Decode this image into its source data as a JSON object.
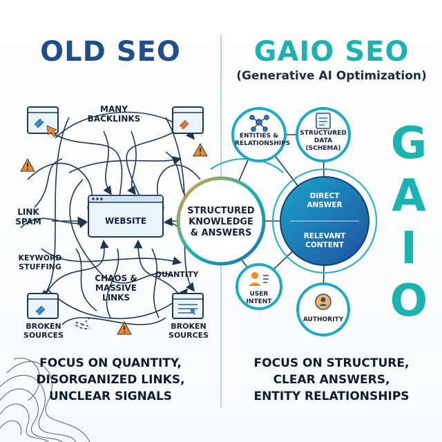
{
  "left": {
    "title": "OLD SEO",
    "labels": {
      "many_backlinks": [
        "MANY",
        "BACKLINKS"
      ],
      "link_spam": [
        "LINK",
        "SPAM"
      ],
      "website": "WEBSITE",
      "keyword_stuffing": [
        "KEYWORD",
        "STUFFING"
      ],
      "chaos": [
        "CHAOS &",
        "MASSIVE",
        "LINKS"
      ],
      "quantity": "QUANTITY",
      "broken_sources_left": [
        "BROKEN",
        "SOURCES"
      ],
      "broken_sources_right": [
        "BROKEN",
        "SOURCES"
      ]
    },
    "caption": [
      "FOCUS ON QUANTITY,",
      "DISORGANIZED LINKS,",
      "UNCLEAR SIGNALS"
    ]
  },
  "center": {
    "hub": [
      "STRUCTURED",
      "KNOWLEDGE",
      "& ANSWERS"
    ]
  },
  "right": {
    "title": "GAIO SEO",
    "subtitle": "(Generative AI Optimization)",
    "nodes": {
      "entities": [
        "ENTITIES &",
        "RELATIONSHIPS"
      ],
      "structured": [
        "STRUCTURED",
        "DATA",
        "(SCHEMA)"
      ],
      "user_intent": [
        "USER",
        "INTENT"
      ],
      "authority": "AUTHORITY"
    },
    "core": {
      "top": [
        "DIRECT",
        "ANSWER"
      ],
      "bottom": [
        "RELEVANT",
        "CONTENT"
      ]
    },
    "letters": [
      "G",
      "A",
      "I",
      "O"
    ],
    "caption": [
      "FOCUS ON STRUCTURE,",
      "CLEAR ANSWERS,",
      "ENTITY RELATIONSHIPS"
    ]
  },
  "colors": {
    "navy": "#1f4e8c",
    "teal": "#19b3b1",
    "warning": "#f08a24",
    "link_orange": "#e0672a"
  },
  "icons": [
    "link-icon",
    "cursor-icon",
    "warning-icon",
    "browser-window-icon",
    "network-icon",
    "document-icon",
    "person-icon",
    "badge-icon"
  ]
}
